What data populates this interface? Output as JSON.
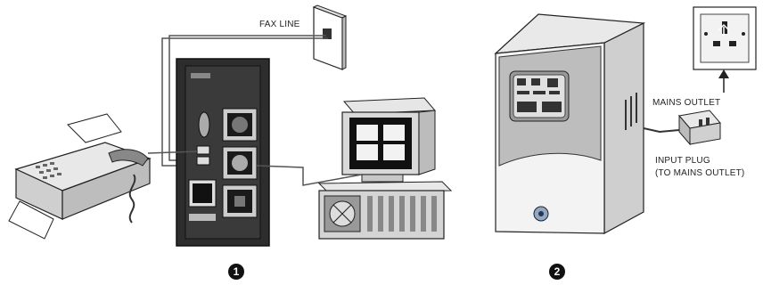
{
  "labels": {
    "fax_line": "FAX LINE",
    "mains_outlet": "MAINS OUTLET",
    "input_plug_line1": "INPUT PLUG",
    "input_plug_line2": "(TO MAINS OUTLET)"
  },
  "steps": [
    "1",
    "2"
  ]
}
